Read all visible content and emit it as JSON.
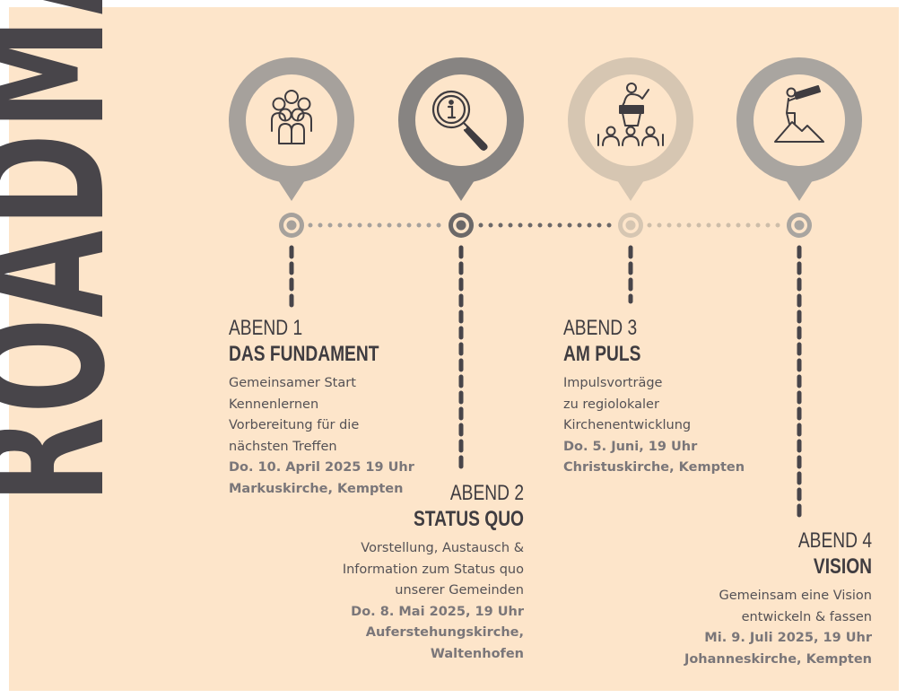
{
  "title": "ROADMAP",
  "colors": {
    "background": "#fde5ca",
    "title": "#48454a",
    "step1": "#a6a19c",
    "step2": "#878482",
    "step3": "#d6c6b2",
    "step4": "#a9a5a0"
  },
  "steps": [
    {
      "abend": "ABEND 1",
      "heading": "DAS FUNDAMENT",
      "lines": [
        "Gemeinsamer Start",
        "Kennenlernen",
        "Vorbereitung für die",
        "nächsten Treffen"
      ],
      "date": "Do. 10. April 2025 19 Uhr",
      "place": [
        "Markuskirche, Kempten"
      ],
      "icon": "group-people-icon"
    },
    {
      "abend": "ABEND 2",
      "heading": "STATUS QUO",
      "lines": [
        "Vorstellung, Austausch &",
        "Information zum Status quo",
        "unserer Gemeinden"
      ],
      "date": "Do. 8. Mai 2025, 19 Uhr",
      "place": [
        "Auferstehungskirche,",
        "Waltenhofen"
      ],
      "icon": "magnifier-info-icon"
    },
    {
      "abend": "ABEND 3",
      "heading": "AM PULS",
      "lines": [
        "Impulsvorträge",
        "zu regiolokaler",
        "Kirchenentwicklung"
      ],
      "date": "Do. 5. Juni, 19 Uhr",
      "place": [
        "Christuskirche, Kempten"
      ],
      "icon": "speaker-audience-icon"
    },
    {
      "abend": "ABEND 4",
      "heading": "VISION",
      "lines": [
        "Gemeinsam eine Vision",
        "entwickeln & fassen"
      ],
      "date": "Mi. 9. Juli 2025, 19 Uhr",
      "place": [
        "Johanneskirche, Kempten"
      ],
      "icon": "telescope-mountain-icon"
    }
  ]
}
